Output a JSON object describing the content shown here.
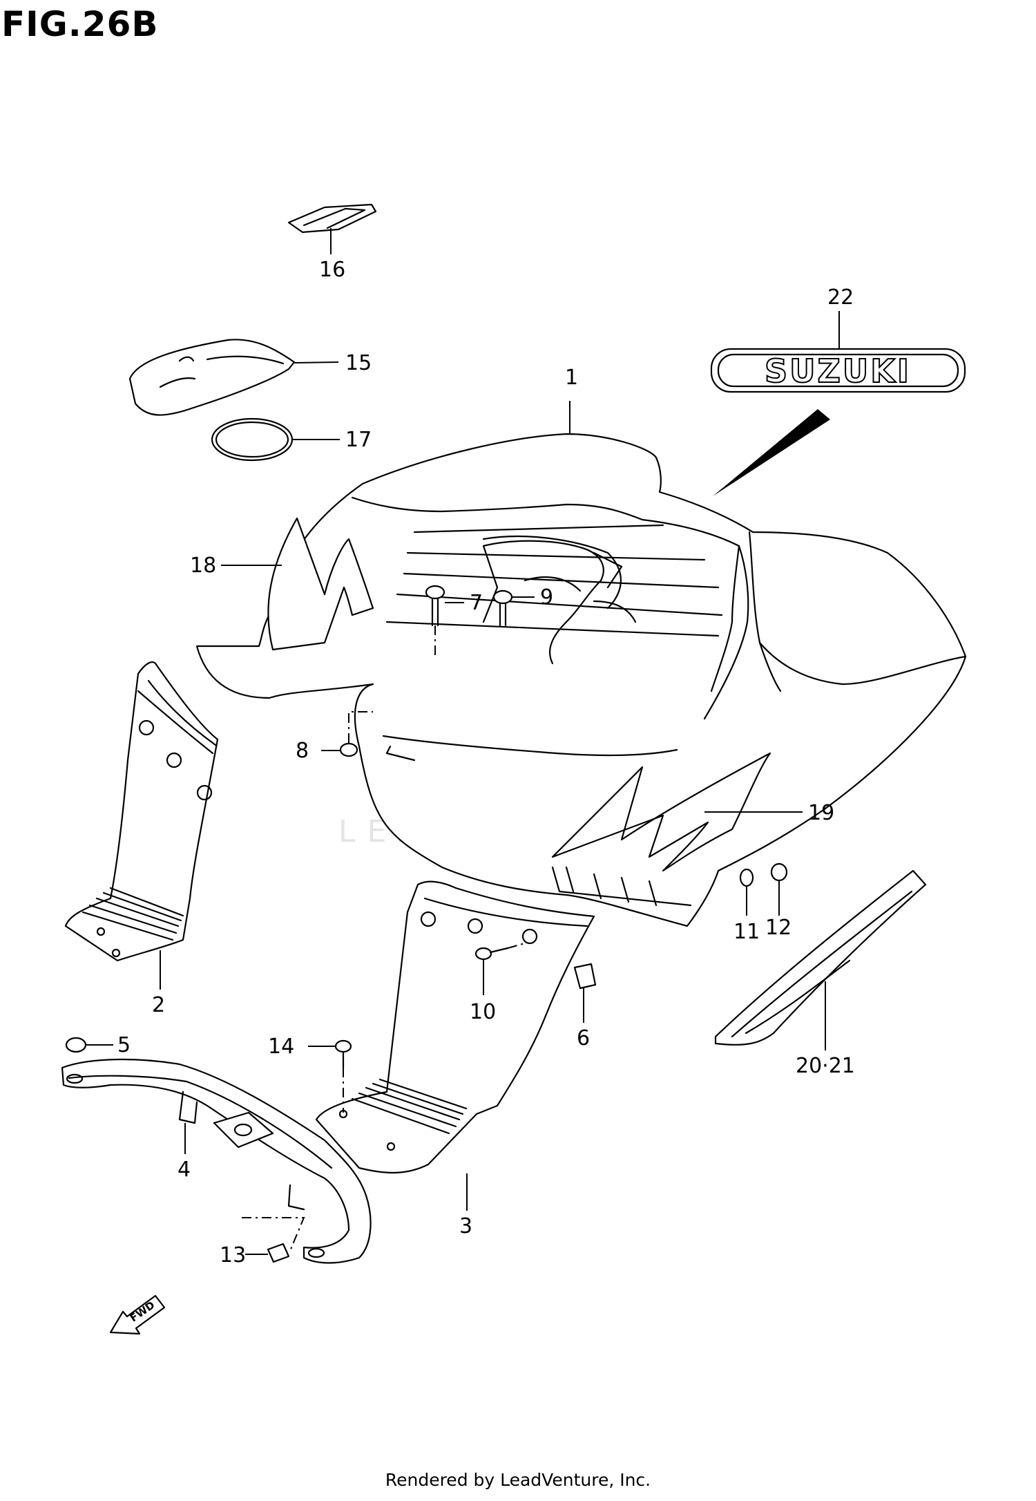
{
  "title": "FIG.26B",
  "footer": "Rendered by LeadVenture, Inc.",
  "watermark": "LEADVENTURE",
  "emblem_text": "SUZUKI",
  "fwd_label": "FWD",
  "callouts": [
    "1",
    "2",
    "3",
    "4",
    "5",
    "6",
    "7",
    "8",
    "9",
    "10",
    "11",
    "12",
    "13",
    "14",
    "15",
    "16",
    "17",
    "18",
    "19",
    "20·21",
    "22"
  ]
}
